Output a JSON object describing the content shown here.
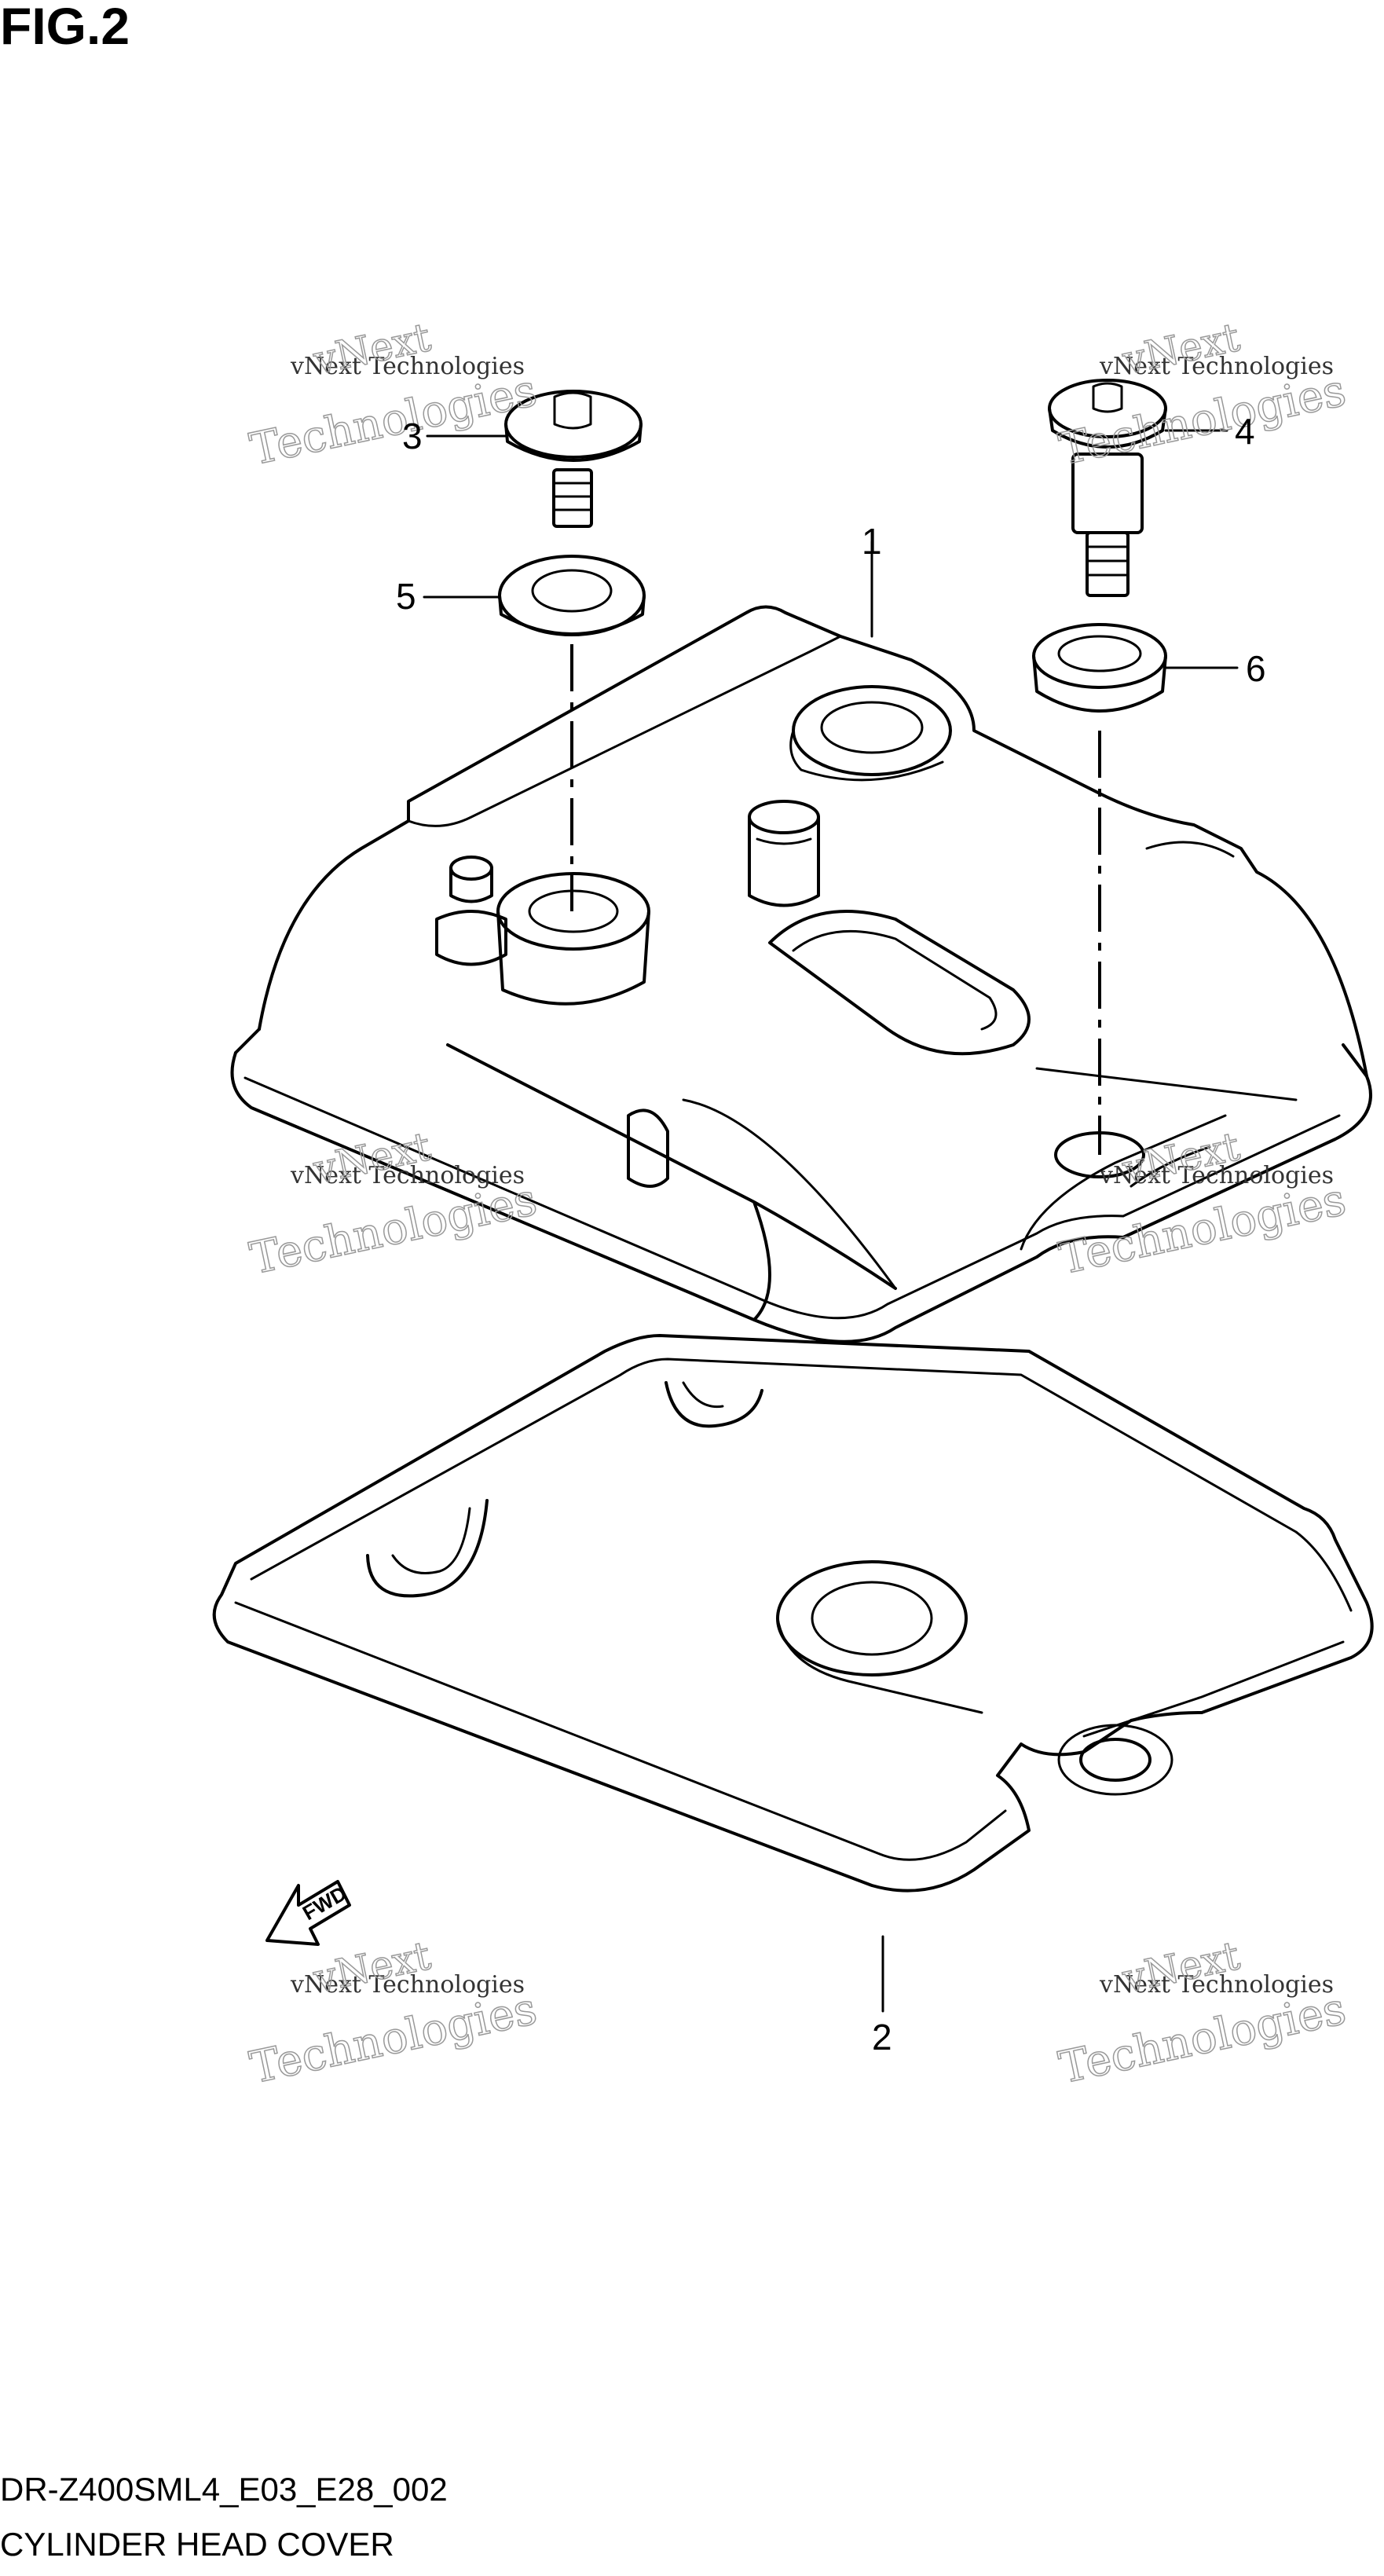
{
  "figure": {
    "title": "FIG.2",
    "code": "DR-Z400SML4_E03_E28_002",
    "name": "CYLINDER HEAD COVER"
  },
  "callouts": [
    {
      "id": "1",
      "label": "1"
    },
    {
      "id": "2",
      "label": "2"
    },
    {
      "id": "3",
      "label": "3"
    },
    {
      "id": "4",
      "label": "4"
    },
    {
      "id": "5",
      "label": "5"
    },
    {
      "id": "6",
      "label": "6"
    }
  ],
  "direction_badge": "FWD",
  "watermark": {
    "line1": "vNext Technologies",
    "line2": "vNext",
    "line3": "Technologies"
  }
}
